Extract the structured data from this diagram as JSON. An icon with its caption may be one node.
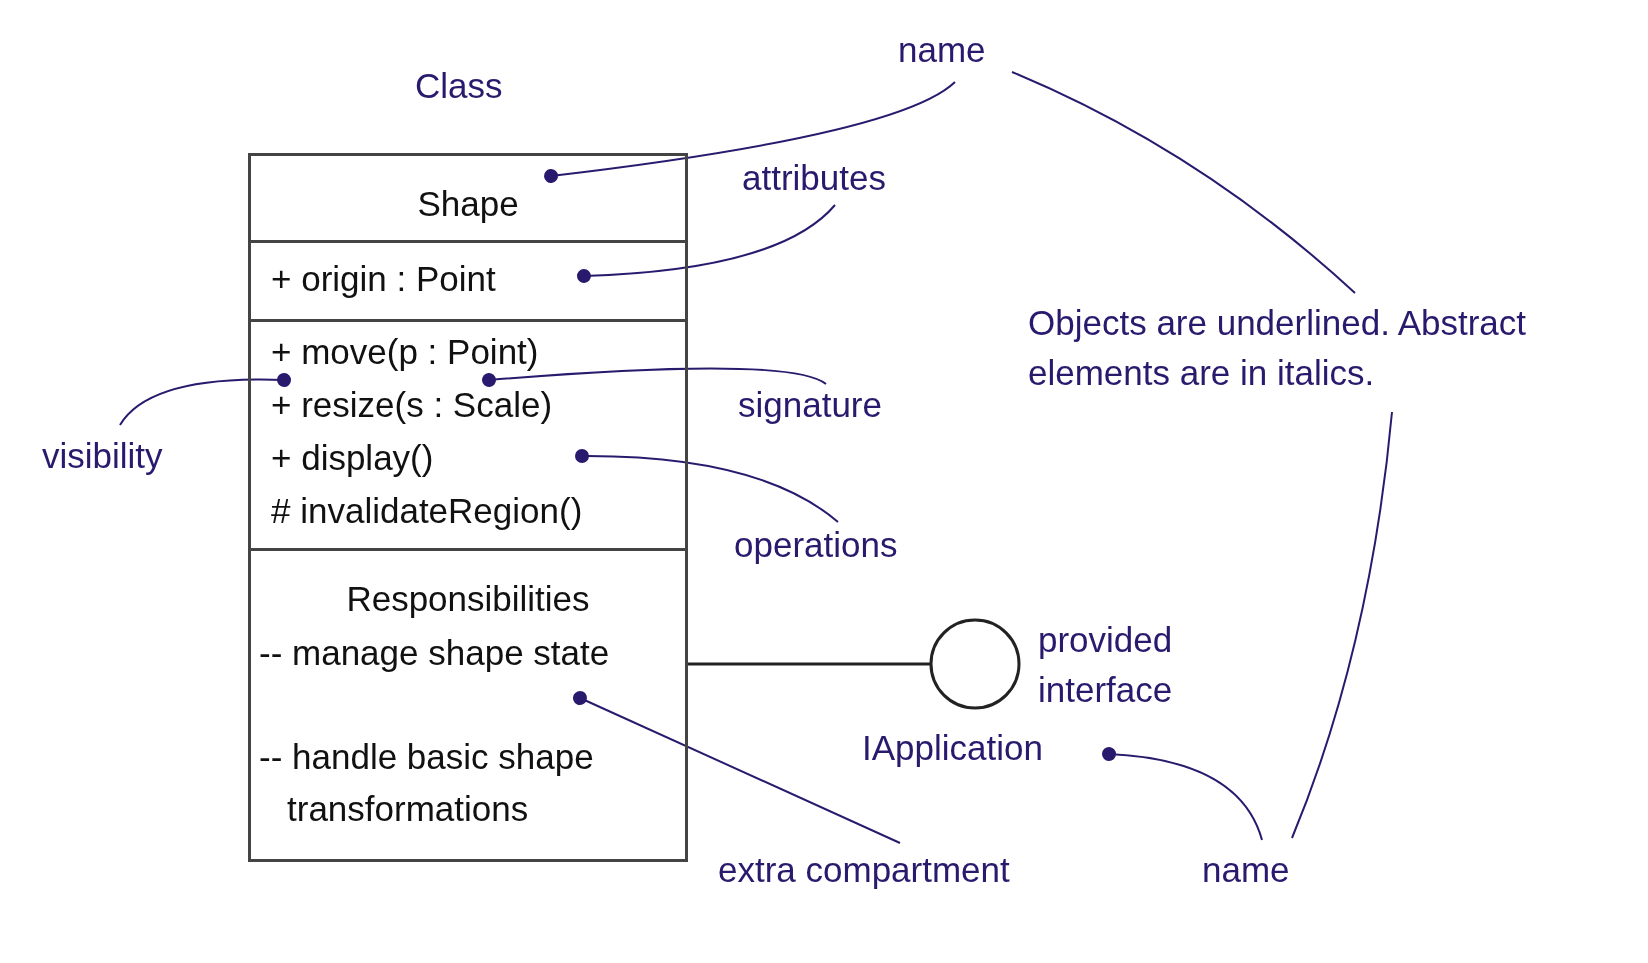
{
  "diagram": {
    "nodes": [
      {
        "text": [
          "Shape"
        ]
      },
      {
        "text": [
          "+ origin : Point"
        ]
      },
      {
        "text": [
          "+ move(p : Point)",
          "+ resize(s : Scale)",
          "+ display()",
          "# invalidateRegion()"
        ]
      },
      {
        "text": [
          "Responsibilities",
          "-- manage shape state",
          "-- handle basic shape transformations"
        ]
      },
      {
        "text": [
          "name"
        ]
      },
      {
        "text": [
          "attributes"
        ]
      },
      {
        "text": [
          "signature"
        ]
      },
      {
        "text": [
          "visibility"
        ]
      },
      {
        "text": [
          "operations"
        ]
      },
      {
        "text": [
          "extra compartment"
        ]
      },
      {
        "text": [
          "Objects are underlined. Abstract elements are in italics."
        ]
      },
      {
        "text": [],
        "shape": "circle",
        "beside": [
          "provided interface"
        ]
      },
      {
        "text": [
          "IApplication"
        ]
      },
      {
        "text": [
          "name"
        ]
      }
    ],
    "edges": [
      {
        "from": 4,
        "to": 0,
        "arrow": "other"
      },
      {
        "from": 5,
        "to": 1,
        "arrow": "other"
      },
      {
        "from": 6,
        "to": 2,
        "arrow": "other"
      },
      {
        "from": 7,
        "to": 2,
        "arrow": "other"
      },
      {
        "from": 8,
        "to": 2,
        "arrow": "other"
      },
      {
        "from": 9,
        "to": 3,
        "arrow": "other"
      },
      {
        "from": 4,
        "to": 10,
        "arrow": "none"
      },
      {
        "from": 10,
        "to": 13,
        "arrow": "none"
      },
      {
        "from": 13,
        "to": 12,
        "arrow": "other"
      },
      {
        "from": 3,
        "to": 11,
        "arrow": "none"
      }
    ],
    "labels": [
      "Class"
    ]
  }
}
